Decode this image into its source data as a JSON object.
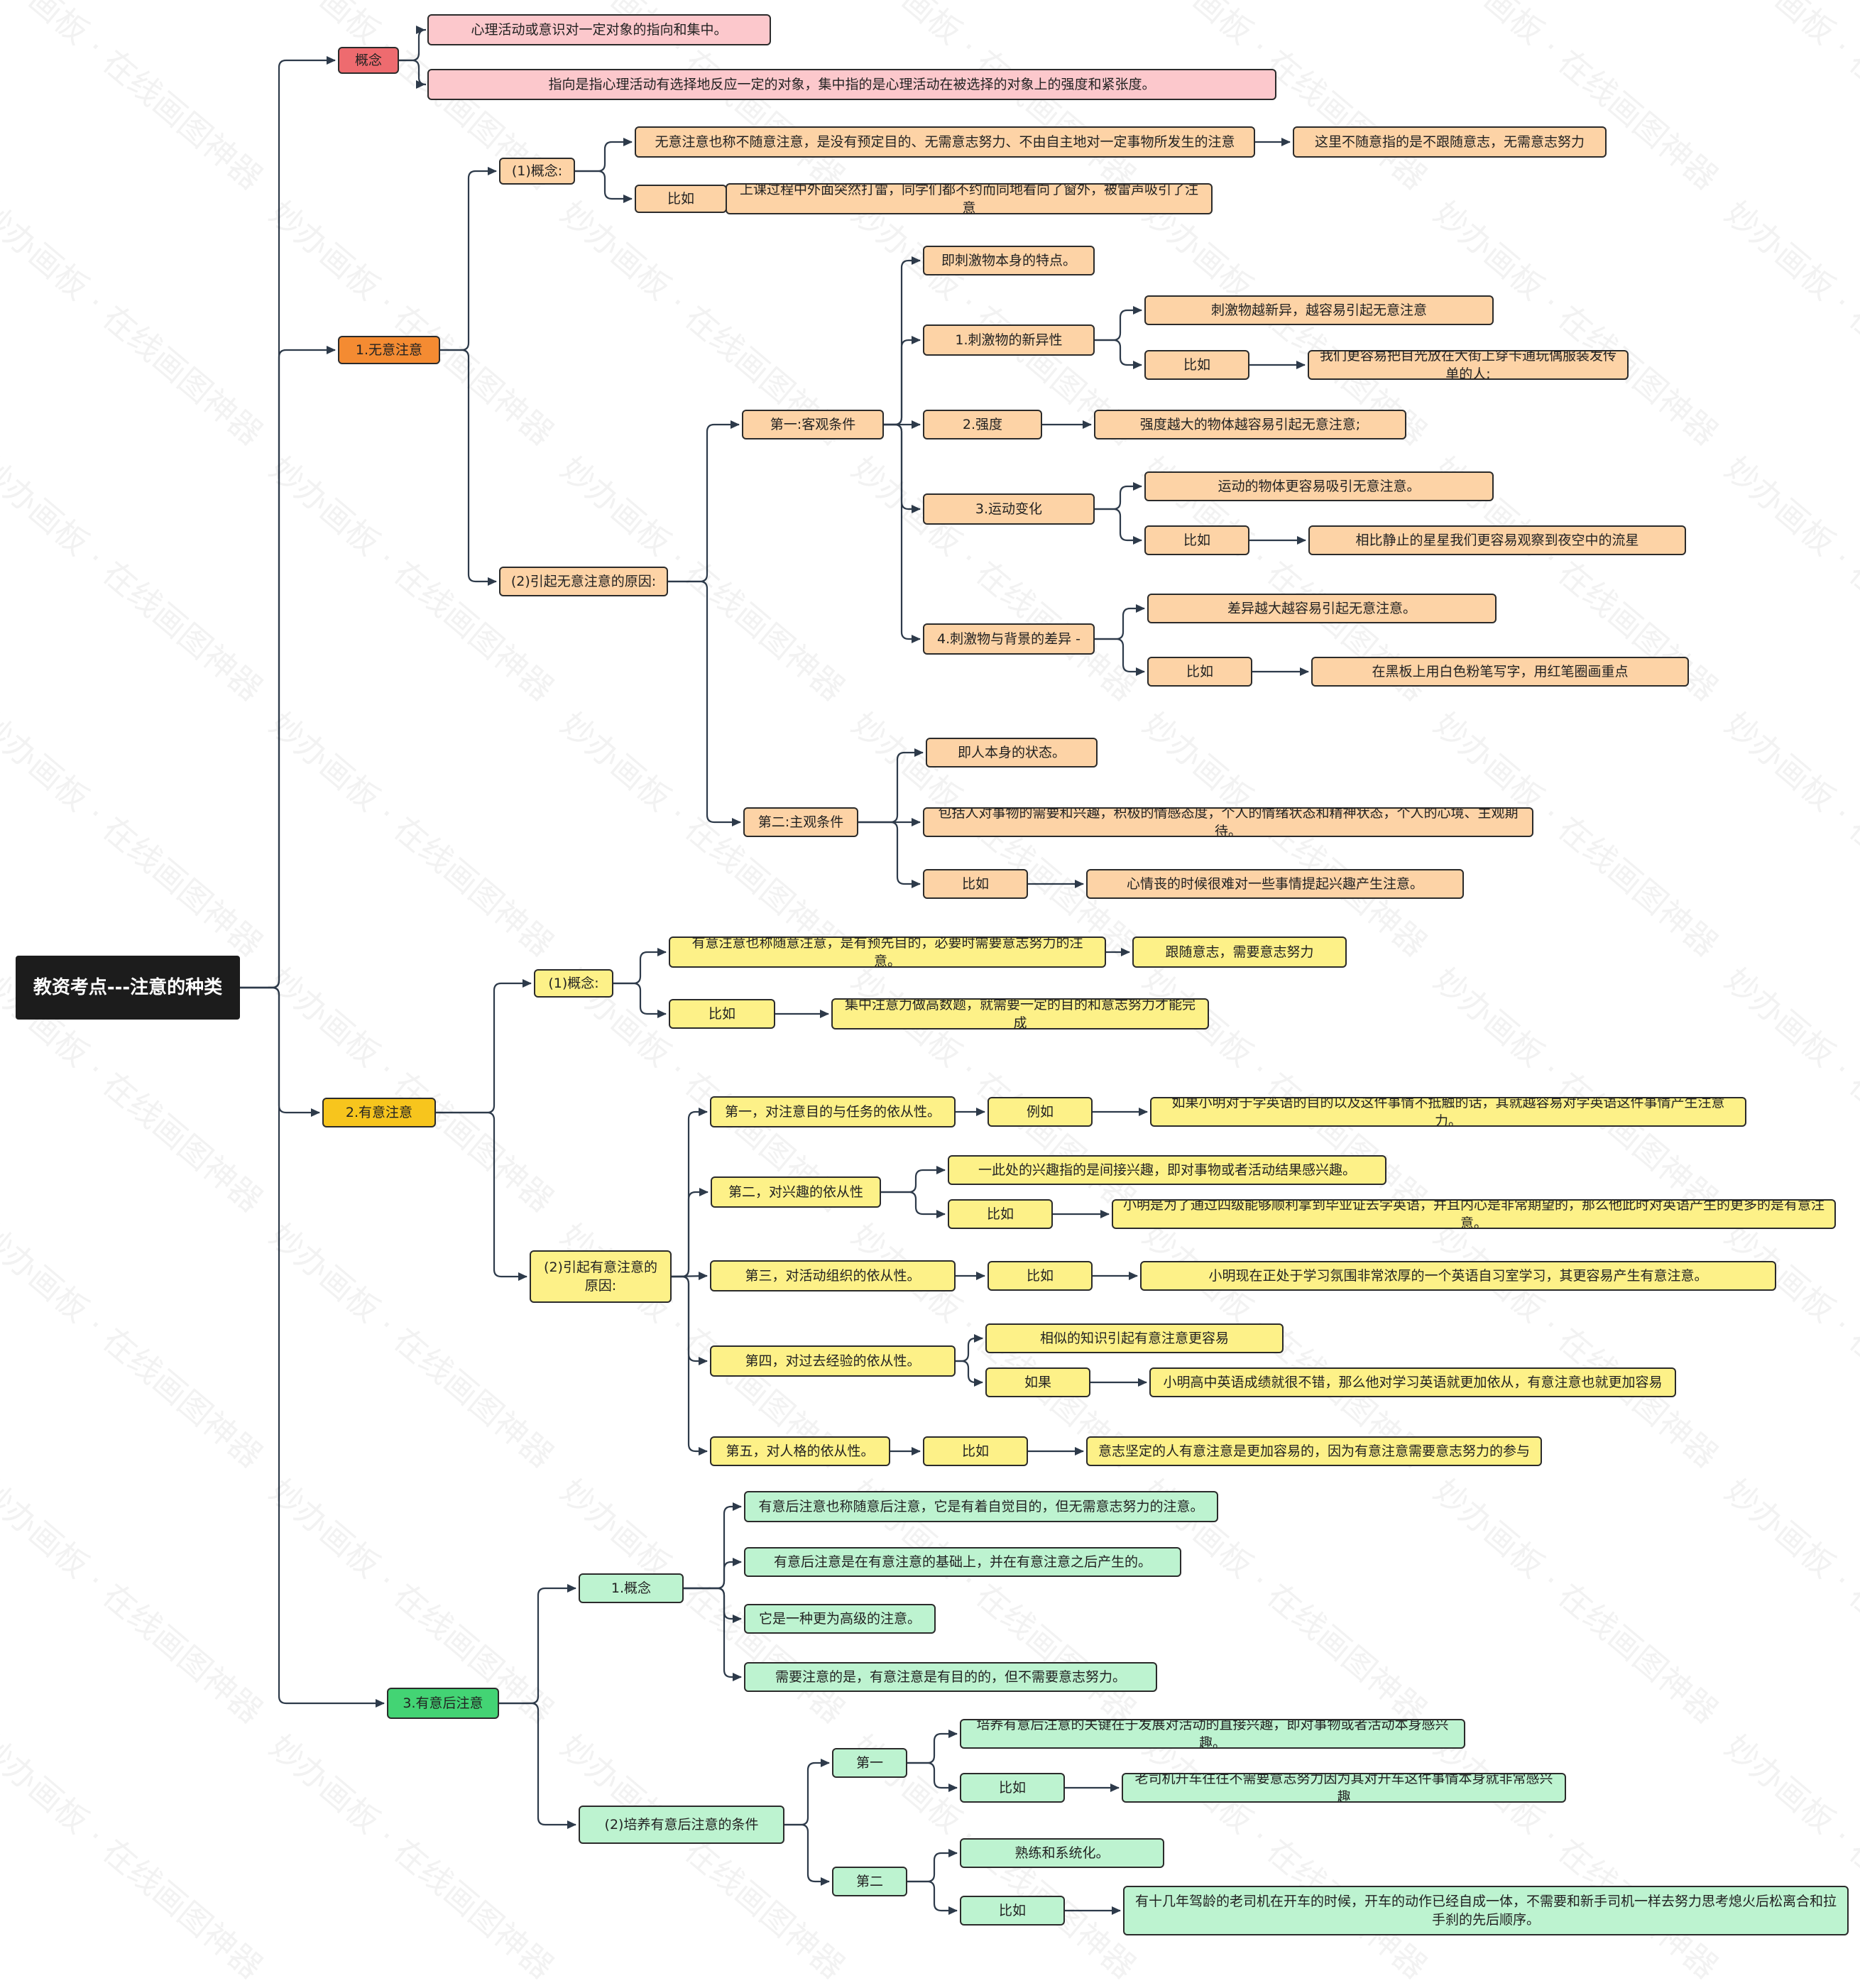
{
  "title": "教资考点---注意的种类",
  "watermark": "妙办画板 · 在线画图神器",
  "colors": {
    "root": "#1c1c1c",
    "concept_header": "#ee6b6f",
    "concept": "#fcc8cc",
    "involuntary_header": "#f48b32",
    "involuntary": "#fdd3a6",
    "voluntary_header": "#f7c51d",
    "voluntary": "#fdf188",
    "post_voluntary_header": "#43d474",
    "post_voluntary": "#bdf3d0",
    "connector": "#2d3a4a"
  },
  "nodes": {
    "concept": "概念",
    "concept_def1": "心理活动或意识对一定对象的指向和集中。",
    "concept_def2": "指向是指心理活动有选择地反应一定的对象，集中指的是心理活动在被选择的对象上的强度和紧张度。",
    "inv": "1.无意注意",
    "inv_concept": "(1)概念:",
    "inv_def": "无意注意也称不随意注意，是没有预定目的、无需意志努力、不由自主地对一定事物所发生的注意",
    "inv_def_note": "这里不随意指的是不跟随意志，无需意志努力",
    "inv_eg_label": "比如",
    "inv_eg": "上课过程中外面突然打雷，同学们都不约而同地看向了窗外，被雷声吸引了注意",
    "inv_causes": "(2)引起无意注意的原因:",
    "inv_obj": "第一:客观条件",
    "inv_obj_desc": "即刺激物本身的特点。",
    "inv_novel": "1.刺激物的新异性",
    "inv_novel_desc": "刺激物越新异，越容易引起无意注意",
    "inv_novel_eg_label": "比如",
    "inv_novel_eg": "我们更容易把目光放在大街上穿卡通玩偶服装发传单的人;",
    "inv_intensity": "2.强度",
    "inv_intensity_desc": "强度越大的物体越容易引起无意注意;",
    "inv_motion": "3.运动变化",
    "inv_motion_desc": "运动的物体更容易吸引无意注意。",
    "inv_motion_eg_label": "比如",
    "inv_motion_eg": "相比静止的星星我们更容易观察到夜空中的流星",
    "inv_contrast": "4.刺激物与背景的差异 -",
    "inv_contrast_desc": "差异越大越容易引起无意注意。",
    "inv_contrast_eg_label": "比如",
    "inv_contrast_eg": "在黑板上用白色粉笔写字，用红笔圈画重点",
    "inv_subj": "第二:主观条件",
    "inv_subj_desc1": "即人本身的状态。",
    "inv_subj_desc2": "包括人对事物的需要和兴趣，积极的情感态度，个人的情绪状态和精神状态，个人的心境、主观期待。",
    "inv_subj_eg_label": "比如",
    "inv_subj_eg": "心情丧的时候很难对一些事情提起兴趣产生注意。",
    "vol": "2.有意注意",
    "vol_concept": "(1)概念:",
    "vol_def": "有意注意也称随意注意，是有预先目的，必要时需要意志努力的注意。",
    "vol_def_note": "跟随意志，需要意志努力",
    "vol_eg_label": "比如",
    "vol_eg": "集中注意力做高数题，就需要一定的目的和意志努力才能完成",
    "vol_causes": "(2)引起有意注意的原因:",
    "vol_c1": "第一，对注意目的与任务的依从性。",
    "vol_c1_eg_label": "例如",
    "vol_c1_eg": "如果小明对于学英语的目的以及这件事情不抵触的话，其就越容易对学英语这件事情产生注意力。",
    "vol_c2": "第二，对兴趣的依从性",
    "vol_c2_desc": "一此处的兴趣指的是间接兴趣，即对事物或者活动结果感兴趣。",
    "vol_c2_eg_label": "比如",
    "vol_c2_eg": "小明是为了通过四级能够顺利拿到毕业证去学英语，并且内心是非常期望的，那么他此时对英语产生的更多的是有意注意。",
    "vol_c3": "第三，对活动组织的依从性。",
    "vol_c3_eg_label": "比如",
    "vol_c3_eg": "小明现在正处于学习氛围非常浓厚的一个英语自习室学习，其更容易产生有意注意。",
    "vol_c4": "第四，对过去经验的依从性。",
    "vol_c4_desc": "相似的知识引起有意注意更容易",
    "vol_c4_eg_label": "如果",
    "vol_c4_eg": "小明高中英语成绩就很不错，那么他对学习英语就更加依从，有意注意也就更加容易",
    "vol_c5": "第五，对人格的依从性。",
    "vol_c5_eg_label": "比如",
    "vol_c5_eg": "意志坚定的人有意注意是更加容易的，因为有意注意需要意志努力的参与",
    "post": "3.有意后注意",
    "post_concept": "1.概念",
    "post_def1": "有意后注意也称随意后注意，它是有着自觉目的，但无需意志努力的注意。",
    "post_def2": "有意后注意是在有意注意的基础上，并在有意注意之后产生的。",
    "post_def3": "它是一种更为高级的注意。",
    "post_def4": "需要注意的是，有意注意是有目的的，但不需要意志努力。",
    "post_cond": "(2)培养有意后注意的条件",
    "post_first": "第一",
    "post_first_desc": "培养有意后注意的关键在于发展对活动的直接兴趣，即对事物或者活动本身感兴趣。",
    "post_first_eg_label": "比如",
    "post_first_eg": "老司机开车往往不需要意志努力因为其对开车这件事情本身就非常感兴趣",
    "post_second": "第二",
    "post_second_desc": "熟练和系统化。",
    "post_second_eg_label": "比如",
    "post_second_eg": "有十几年驾龄的老司机在开车的时候，开车的动作已经自成一体，不需要和新手司机一样去努力思考熄火后松离合和拉手刹的先后顺序。"
  }
}
